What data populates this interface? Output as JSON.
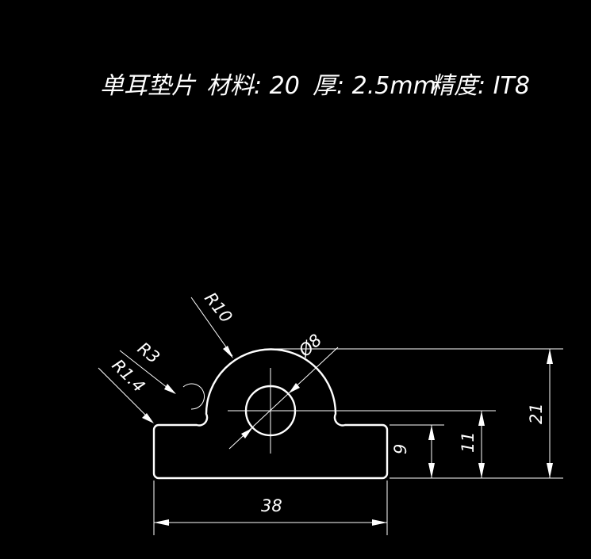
{
  "title": {
    "part_name": "单耳垫片",
    "material": "材料: 20",
    "thickness": "厚: 2.5mm",
    "precision": "精度: IT8"
  },
  "dimensions": {
    "r10": "R10",
    "r3": "R3",
    "r14": "R1.4",
    "phi8": "Ø8",
    "d38": "38",
    "d9": "9",
    "d11": "11",
    "d21": "21"
  },
  "colors": {
    "background": "#000000",
    "lines": "#ffffff"
  }
}
